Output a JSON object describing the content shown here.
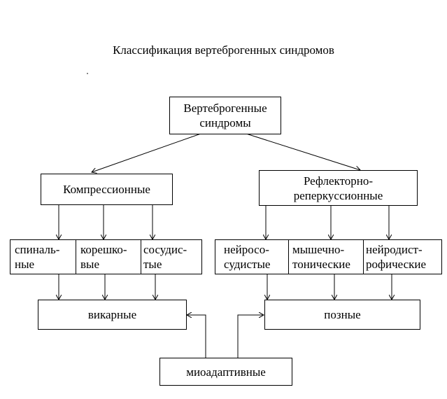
{
  "title": "Классификация вертеброгенных синдромов",
  "root": {
    "line1": "Вертеброгенные",
    "line2": "синдромы"
  },
  "compression": {
    "label": "Компрессионные",
    "children": [
      {
        "line1": "спиналь-",
        "line2": "ные"
      },
      {
        "line1": "корешко-",
        "line2": "вые"
      },
      {
        "line1": "сосудис-",
        "line2": "тые"
      }
    ],
    "result": "викарные"
  },
  "reflex": {
    "line1": "Рефлекторно-",
    "line2": "реперкуссионные",
    "children": [
      {
        "line1": "нейросо-",
        "line2": "судистые"
      },
      {
        "line1": "мышечно-",
        "line2": "тонические"
      },
      {
        "line1": "нейродист-",
        "line2": "рофические"
      }
    ],
    "result": "позные"
  },
  "myoadaptive": "миоадаптивные"
}
